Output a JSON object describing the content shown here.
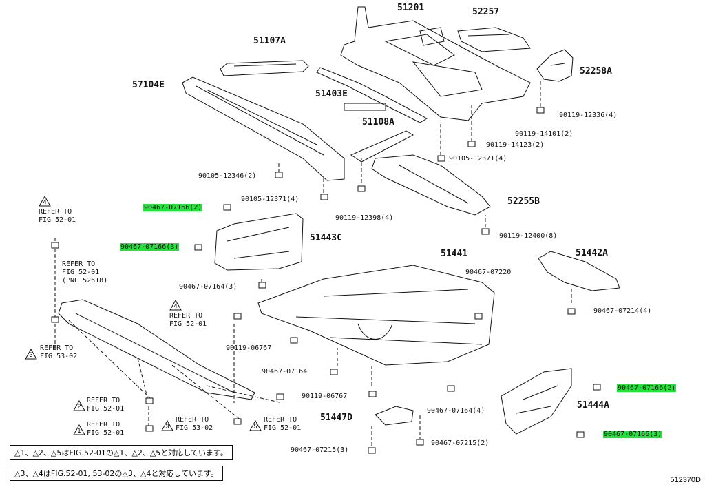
{
  "parts": {
    "p51201": "51201",
    "p52257": "52257",
    "p51107A": "51107A",
    "p52258A": "52258A",
    "p57104E": "57104E",
    "p51403E": "51403E",
    "p51108A": "51108A",
    "p52255B": "52255B",
    "p51443C": "51443C",
    "p51441": "51441",
    "p51442A": "51442A",
    "p51447D": "51447D",
    "p51444A": "51444A"
  },
  "bolts": {
    "b90119_12336": "90119-12336(4)",
    "b90119_14101": "90119-14101(2)",
    "b90119_14123": "90119-14123(2)",
    "b90105_12371_4a": "90105-12371(4)",
    "b90105_12346": "90105-12346(2)",
    "b90105_12371_4b": "90105-12371(4)",
    "b90119_12398": "90119-12398(4)",
    "b90119_12400": "90119-12400(8)",
    "b90467_07166_2a": "90467-07166(2)",
    "b90467_07166_3a": "90467-07166(3)",
    "b90467_07164_3": "90467-07164(3)",
    "b90467_07220": "90467-07220",
    "b90467_07214": "90467-07214(4)",
    "b90119_06767a": "90119-06767",
    "b90467_07164a": "90467-07164",
    "b90119_06767b": "90119-06767",
    "b90467_07164_4": "90467-07164(4)",
    "b90467_07166_2b": "90467-07166(2)",
    "b90467_07166_3b": "90467-07166(3)",
    "b90467_07215_2": "90467-07215(2)",
    "b90467_07215_3": "90467-07215(3)"
  },
  "refs": {
    "r1": "REFER TO\nFIG 52-01",
    "r2": "REFER TO\nFIG 52-01\n(PNC 52618)",
    "r3": "REFER TO\nFIG 53-02",
    "r4": "REFER TO\nFIG 52-01",
    "r5": "REFER TO\nFIG 52-01",
    "r6": "REFER TO\nFIG 52-01",
    "r7": "REFER TO\nFIG 53-02",
    "r8": "REFER TO\nFIG 52-01"
  },
  "triangles": {
    "t1": "4",
    "t3": "3",
    "t4": "4",
    "t2": "2",
    "t1b": "1",
    "t3b": "3",
    "t5": "5"
  },
  "notes": {
    "n1": "△1、△2、△5はFIG.52-01の△1、△2、△5と対応しています。",
    "n2": "△3、△4はFIG.52-01, 53-02の△3、△4と対応しています。"
  },
  "figure_id": "512370D",
  "colors": {
    "highlight": "#22e33a",
    "line": "#111111"
  }
}
